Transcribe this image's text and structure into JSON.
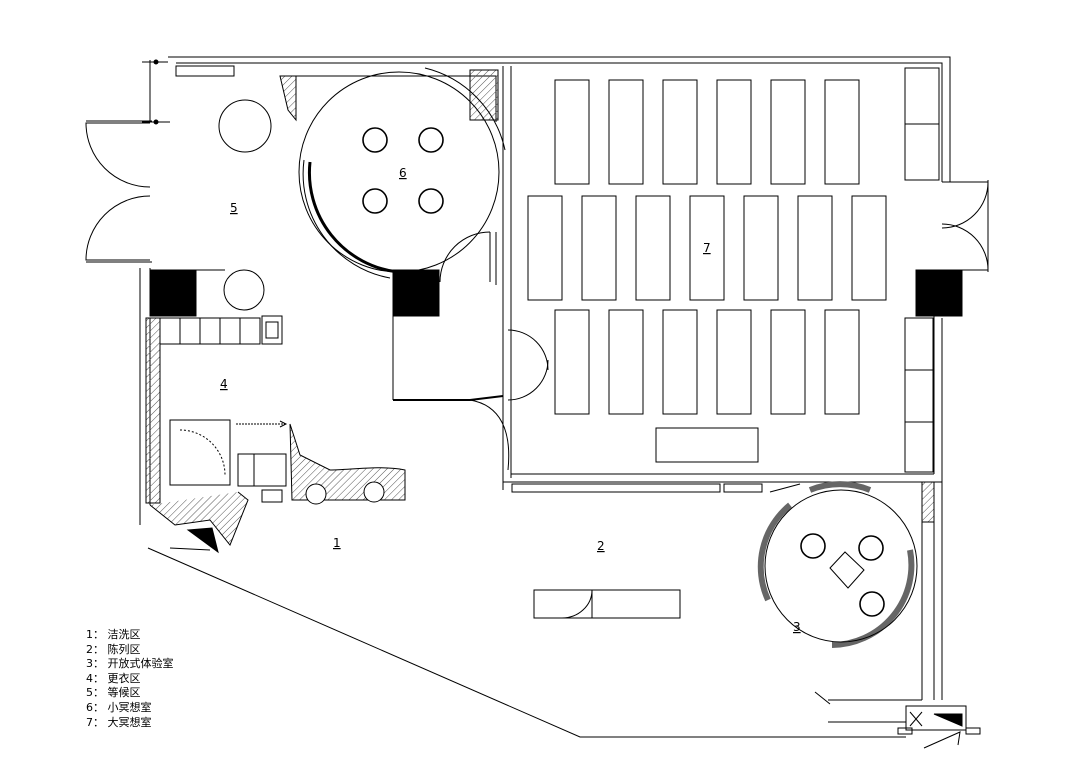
{
  "rooms": [
    {
      "id": "1",
      "label": "1"
    },
    {
      "id": "2",
      "label": "2"
    },
    {
      "id": "3",
      "label": "3"
    },
    {
      "id": "4",
      "label": "4"
    },
    {
      "id": "5",
      "label": "5"
    },
    {
      "id": "6",
      "label": "6"
    },
    {
      "id": "7",
      "label": "7"
    }
  ],
  "legend": [
    {
      "num": "1",
      "name": "洁洗区"
    },
    {
      "num": "2",
      "name": "陈列区"
    },
    {
      "num": "3",
      "name": "开放式体验室"
    },
    {
      "num": "4",
      "name": "更衣区"
    },
    {
      "num": "5",
      "name": "等候区"
    },
    {
      "num": "6",
      "name": "小冥想室"
    },
    {
      "num": "7",
      "name": "大冥想室"
    }
  ],
  "colors": {
    "line": "#000000",
    "fill": "#ffffff",
    "solid": "#000000",
    "hatch": "#555555"
  }
}
